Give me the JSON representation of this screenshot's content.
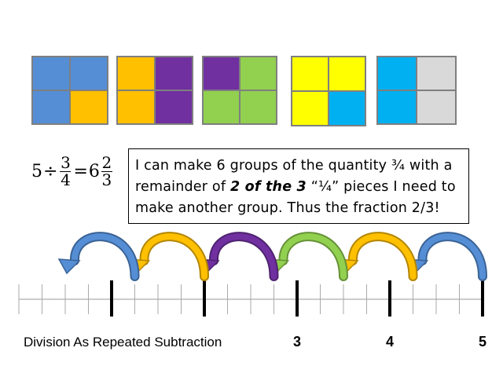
{
  "squares": [
    {
      "cells": [
        "#558ed5",
        "#558ed5",
        "#558ed5",
        "#ffc000"
      ]
    },
    {
      "cells": [
        "#ffc000",
        "#7030a0",
        "#ffc000",
        "#7030a0"
      ]
    },
    {
      "cells": [
        "#7030a0",
        "#92d050",
        "#92d050",
        "#92d050"
      ]
    },
    {
      "cells": [
        "#ffff00",
        "#ffff00",
        "#ffff00",
        "#00b0f0"
      ]
    },
    {
      "cells": [
        "#00b0f0",
        "#d9d9d9",
        "#00b0f0",
        "#d9d9d9"
      ]
    }
  ],
  "equation": {
    "dividend": "5",
    "operator": "÷",
    "numerator": "3",
    "denominator": "4",
    "equals": "=",
    "whole": "6",
    "result_numerator": "2",
    "result_denominator": "3"
  },
  "note": {
    "part1": "I can make 6 groups of the quantity ¾ with a remainder of ",
    "emphasis": "2 of the 3",
    "part2": " “¼” pieces I need to make another group.  Thus the fraction 2/3!"
  },
  "number_line": {
    "min": 0,
    "max": 5,
    "subdivisions_per_unit": 4,
    "major_ticks": [
      1,
      2,
      3,
      4,
      5
    ],
    "labels": [
      {
        "value": 3,
        "text": "3"
      },
      {
        "value": 4,
        "text": "4"
      },
      {
        "value": 5,
        "text": "5"
      }
    ]
  },
  "jumps": [
    {
      "from": 5,
      "to": 4.25,
      "color": "#558ed5"
    },
    {
      "from": 4.25,
      "to": 3.5,
      "color": "#ffc000"
    },
    {
      "from": 3.5,
      "to": 2.75,
      "color": "#92d050"
    },
    {
      "from": 2.75,
      "to": 2,
      "color": "#7030a0"
    },
    {
      "from": 2,
      "to": 1.25,
      "color": "#ffc000"
    },
    {
      "from": 1.25,
      "to": 0.5,
      "color": "#558ed5"
    }
  ],
  "caption": "Division As Repeated Subtraction"
}
